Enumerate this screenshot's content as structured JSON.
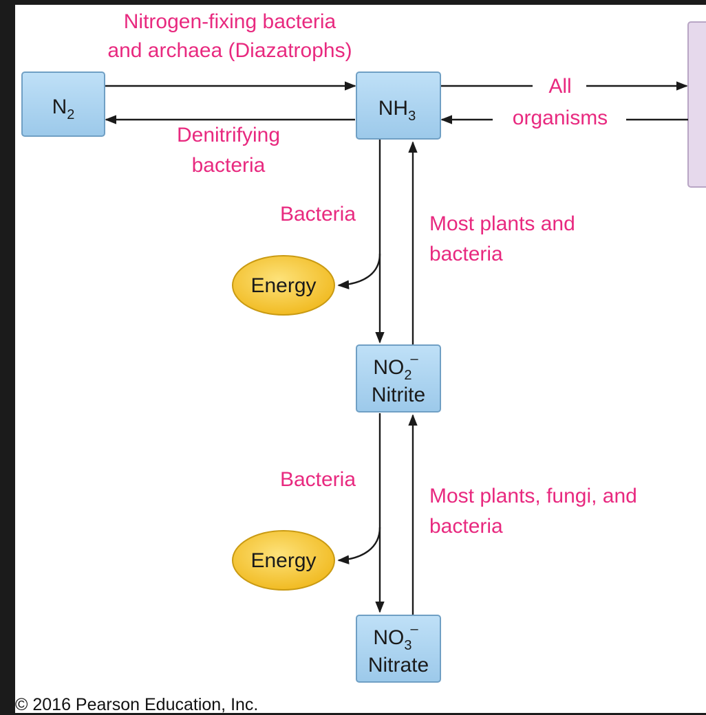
{
  "nodes": {
    "n2": {
      "main": "N",
      "sub": "2"
    },
    "nh3": {
      "main": "NH",
      "sub": "3"
    },
    "no2": {
      "main": "NO",
      "sub": "2",
      "sup": "–",
      "name": "Nitrite"
    },
    "no3": {
      "main": "NO",
      "sub": "3",
      "sup": "–",
      "name": "Nitrate"
    }
  },
  "energy_nodes": [
    "Energy",
    "Energy"
  ],
  "labels": {
    "fixation_line1": "Nitrogen-fixing bacteria",
    "fixation_line2": "and archaea (Diazatrophs)",
    "denitrifying_line1": "Denitrifying",
    "denitrifying_line2": "bacteria",
    "all": "All",
    "organisms": "organisms",
    "bacteria_1": "Bacteria",
    "plants_line1": "Most plants and",
    "plants_line2": "bacteria",
    "bacteria_2": "Bacteria",
    "plants_fungi_line1": "Most plants, fungi, and",
    "plants_fungi_line2": "bacteria"
  },
  "copyright": "© 2016 Pearson Education, Inc.",
  "colors": {
    "label": "#e8297f",
    "box_fill": "#a9d4f2",
    "box_stroke": "#6f9fc4",
    "energy_fill": "#f6c62a",
    "energy_stroke": "#c99a12",
    "cut_box_fill": "#e6d9ec",
    "background": "#1b1b1b"
  }
}
